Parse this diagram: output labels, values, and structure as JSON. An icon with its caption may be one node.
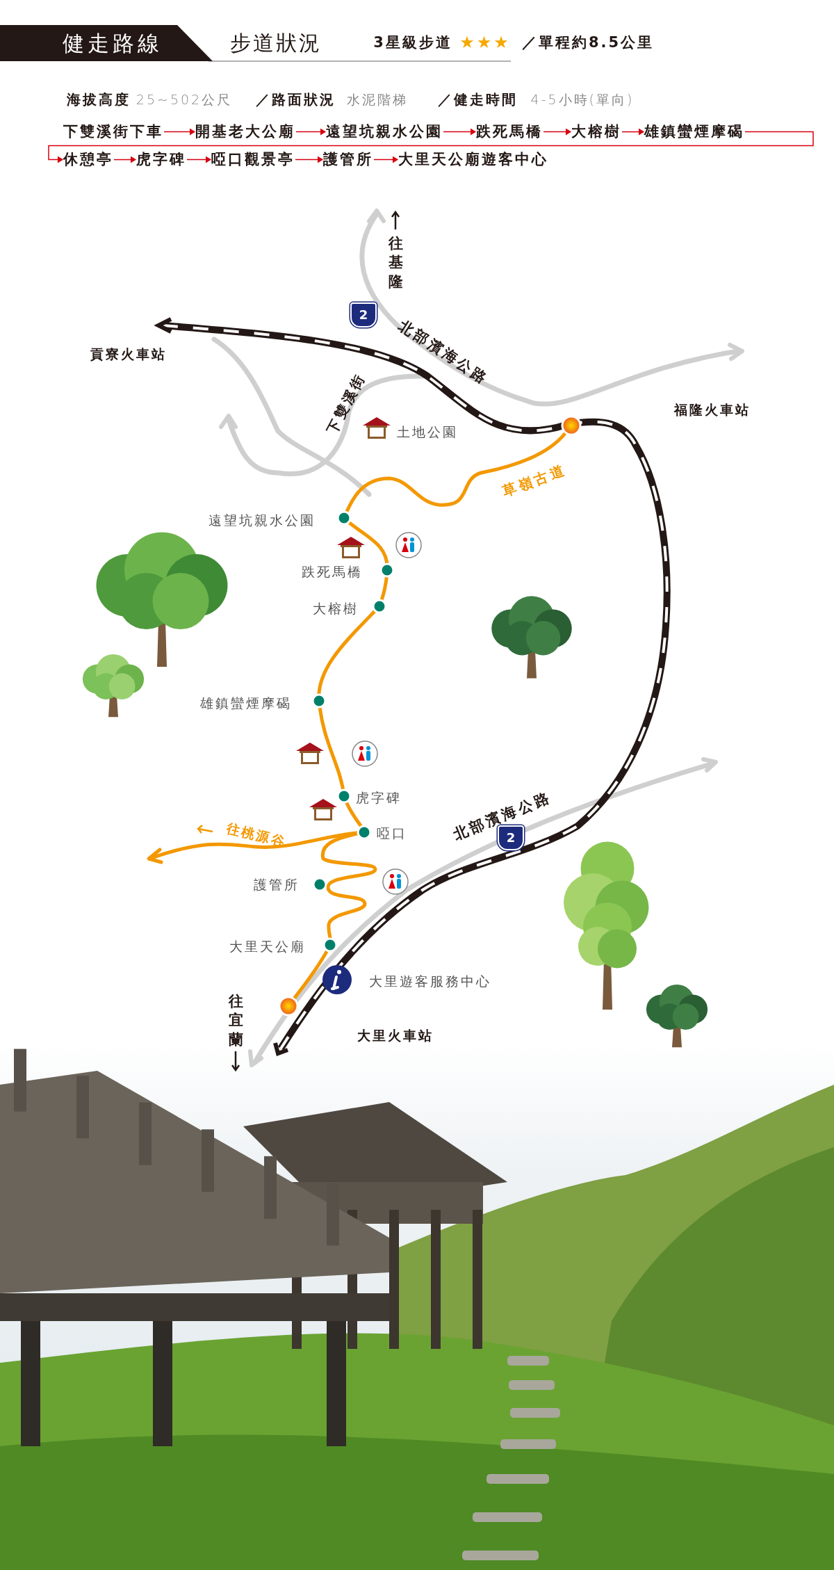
{
  "diagram": {
    "title": "健走路線",
    "nodes": [
      {
        "text": [
          "下雙溪街下車"
        ]
      },
      {
        "text": [
          "開基老大公廟"
        ]
      },
      {
        "text": [
          "遠望坑親水公園"
        ]
      },
      {
        "text": [
          "跌死馬橋"
        ]
      },
      {
        "text": [
          "大榕樹"
        ]
      },
      {
        "text": [
          "雄鎮蠻煙摩碣"
        ]
      },
      {
        "text": [
          "休憩亭"
        ]
      },
      {
        "text": [
          "虎字碑"
        ]
      },
      {
        "text": [
          "啞口觀景亭"
        ]
      },
      {
        "text": [
          "護管所"
        ]
      },
      {
        "text": [
          "大里天公廟遊客中心"
        ]
      },
      {
        "text": [],
        "shape": "circle"
      },
      {
        "text": [],
        "shape": "circle"
      }
    ],
    "edges": [
      {
        "from": 0,
        "to": 1,
        "arrow": "to"
      },
      {
        "from": 1,
        "to": 2,
        "arrow": "to"
      },
      {
        "from": 2,
        "to": 3,
        "arrow": "to"
      },
      {
        "from": 3,
        "to": 4,
        "arrow": "to"
      },
      {
        "from": 4,
        "to": 5,
        "arrow": "to"
      },
      {
        "from": 5,
        "to": 6,
        "arrow": "to"
      },
      {
        "from": 6,
        "to": 7,
        "arrow": "to"
      },
      {
        "from": 7,
        "to": 8,
        "arrow": "to"
      },
      {
        "from": 8,
        "to": 9,
        "arrow": "to"
      },
      {
        "from": 9,
        "to": 10,
        "arrow": "to"
      },
      {
        "from": 11,
        "to": 12,
        "arrow": "none",
        "color": "#f39800",
        "style": "thick"
      }
    ],
    "labels": [
      "步道狀況",
      "3星級步道",
      "★★★",
      "／單程約8.5公里",
      "海拔高度",
      "25~502公尺",
      "／路面狀況",
      "水泥階梯",
      "／健走時間",
      "4-5小時(單向)",
      "往基隆",
      "2",
      "北部濱海公路",
      "貢寮火車站",
      "下雙溪街",
      "土地公園",
      "福隆火車站",
      "草嶺古道",
      "遠望坑親水公園",
      "跌死馬橋",
      "大榕樹",
      "雄鎮蠻煙摩碣",
      "虎字碑",
      "往桃源谷",
      "啞口",
      "北部濱海公路",
      "2",
      "護管所",
      "大里天公廟",
      "大里遊客服務中心",
      "往宜蘭",
      "大里火車站"
    ]
  }
}
